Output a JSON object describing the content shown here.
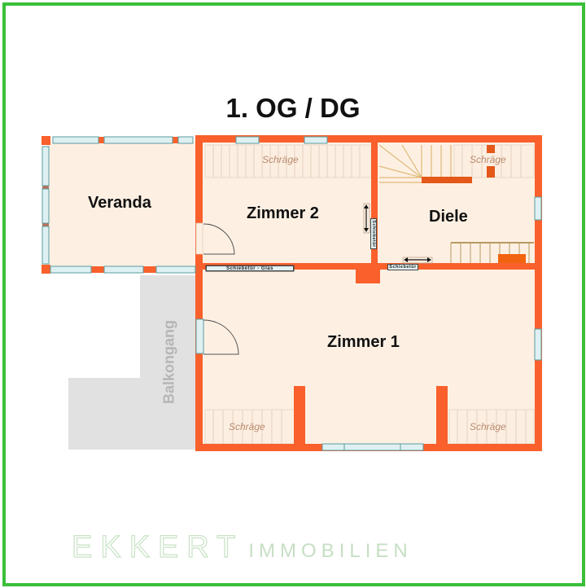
{
  "title": "1. OG / DG",
  "rooms": {
    "veranda": "Veranda",
    "zimmer2": "Zimmer 2",
    "diele": "Diele",
    "zimmer1": "Zimmer 1",
    "balkongang": "Balkongang"
  },
  "annotations": {
    "schraege": "Schräge",
    "sliding_glass_door": "Schiebetür - Glas",
    "sliding_door": "Schiebetür"
  },
  "logo": {
    "main": "EKKERT",
    "sub": "IMMOBILIEN"
  },
  "colors": {
    "wall": "#f9602c",
    "floor": "#fdf0e3",
    "window": "#dff0f2",
    "balcony": "#e1e1e1",
    "frame": "#3cbf3a",
    "logo": "#c9e3c6"
  }
}
